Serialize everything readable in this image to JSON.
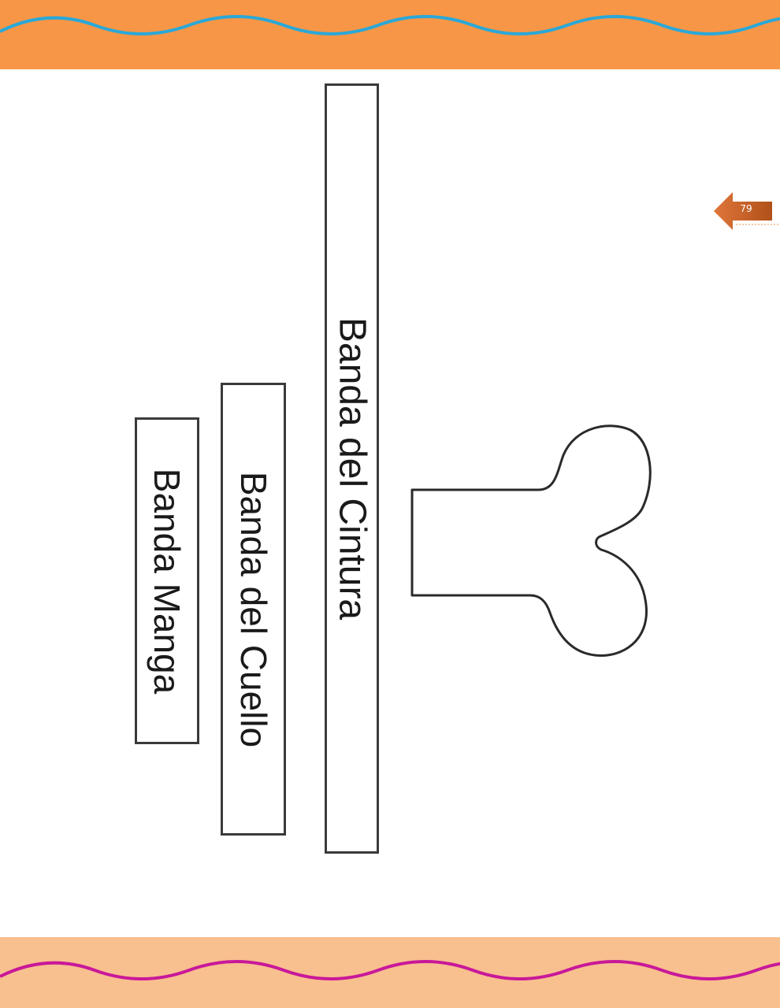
{
  "page": {
    "number": "79"
  },
  "strips": [
    {
      "id": "cintura",
      "label": "Banda del Cintura"
    },
    {
      "id": "cuello",
      "label": "Banda del Cuello"
    },
    {
      "id": "manga",
      "label": "Banda Manga"
    }
  ],
  "colors": {
    "top_band": "#f79646",
    "top_wave": "#2aa8d8",
    "bottom_band": "#f8bf8f",
    "bottom_wave": "#c8189a",
    "page_tab": "#c0581b"
  },
  "icons": {
    "page_tab": "left-arrow-tab-icon",
    "mitten": "mitten-outline-icon"
  }
}
